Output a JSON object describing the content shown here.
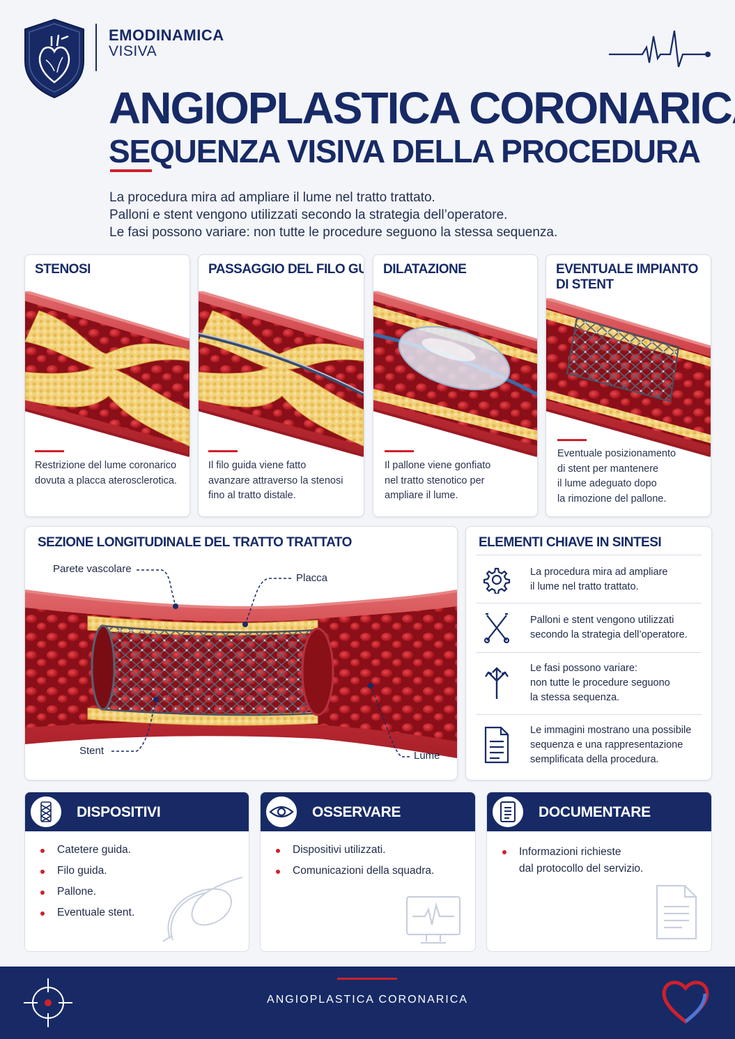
{
  "brand": {
    "line1": "EMODINAMICA",
    "line2": "VISIVA"
  },
  "title": {
    "main": "ANGIOPLASTICA CORONARICA",
    "sub": "SEQUENZA VISIVA DELLA PROCEDURA"
  },
  "intro": [
    "La procedura mira ad ampliare il lume nel tratto trattato.",
    "Palloni e stent vengono utilizzati secondo la strategia dell’operatore.",
    "Le fasi possono variare: non tutte le procedure seguono la stessa sequenza."
  ],
  "steps": [
    {
      "title": "STENOSI",
      "desc": "Restrizione del lume coronarico\ndovuta a placca aterosclerotica."
    },
    {
      "title": "PASSAGGIO DEL FILO GUIDA",
      "desc": "Il filo guida viene fatto\navanzare attraverso la stenosi\nfino al tratto distale."
    },
    {
      "title": "DILATAZIONE",
      "desc": "Il pallone viene gonfiato\nnel tratto stenotico per\nampliare il lume."
    },
    {
      "title": "EVENTUALE IMPIANTO\nDI STENT",
      "desc": "Eventuale posizionamento\ndi stent per mantenere\nil lume adeguato dopo\nla rimozione del pallone."
    }
  ],
  "section": {
    "title": "SEZIONE LONGITUDINALE DEL TRATTO TRATTATO",
    "labels": {
      "wall": "Parete vascolare",
      "plaque": "Placca",
      "stent": "Stent",
      "lumen": "Lume"
    }
  },
  "key": {
    "title": "ELEMENTI CHIAVE IN SINTESI",
    "items": [
      {
        "icon": "gear-icon",
        "text": "La procedura mira ad ampliare\nil lume nel tratto trattato."
      },
      {
        "icon": "crossed-tools-icon",
        "text": "Palloni e stent vengono utilizzati\nsecondo la strategia dell’operatore."
      },
      {
        "icon": "branching-arrows-icon",
        "text": "Le fasi possono variare:\nnon tutte le procedure seguono\nla stessa sequenza."
      },
      {
        "icon": "document-icon",
        "text": "Le immagini mostrano una possibile\nsequenza e una rappresentazione\nsemplificata della procedura."
      }
    ]
  },
  "bottom": [
    {
      "title": "DISPOSITIVI",
      "icon": "stent-icon",
      "items": [
        "Catetere guida.",
        "Filo guida.",
        "Pallone.",
        "Eventuale stent."
      ]
    },
    {
      "title": "OSSERVARE",
      "icon": "eye-icon",
      "items": [
        "Dispositivi utilizzati.",
        "Comunicazioni della squadra."
      ]
    },
    {
      "title": "DOCUMENTARE",
      "icon": "clipboard-icon",
      "items": [
        "Informazioni richieste\ndal protocollo del servizio."
      ]
    }
  ],
  "footer": {
    "text": "ANGIOPLASTICA CORONARICA"
  },
  "colors": {
    "navy": "#172a66",
    "accent_red": "#d0202b",
    "vessel_red": "#c8323a",
    "plaque_yellow": "#f0cc6a"
  }
}
